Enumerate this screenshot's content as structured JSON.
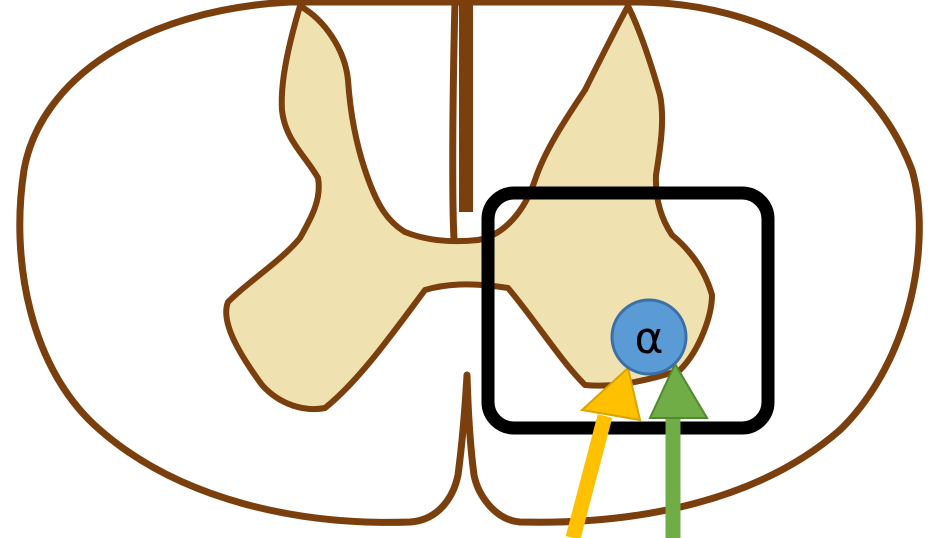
{
  "diagram": {
    "neuron_label": "α",
    "colors": {
      "outline": "#7a3f0c",
      "gray_matter": "#efe2b0",
      "white_matter": "#ffffff",
      "highlight_box": "#000000",
      "neuron_fill": "#5b9bd5",
      "neuron_stroke": "#3a6fa8",
      "neuron_text": "#000000",
      "arrow_yellow": "#ffc000",
      "arrow_green": "#70ad47"
    },
    "icons": {
      "yellow_arrow": "up-arrow",
      "green_arrow": "up-arrow"
    }
  }
}
